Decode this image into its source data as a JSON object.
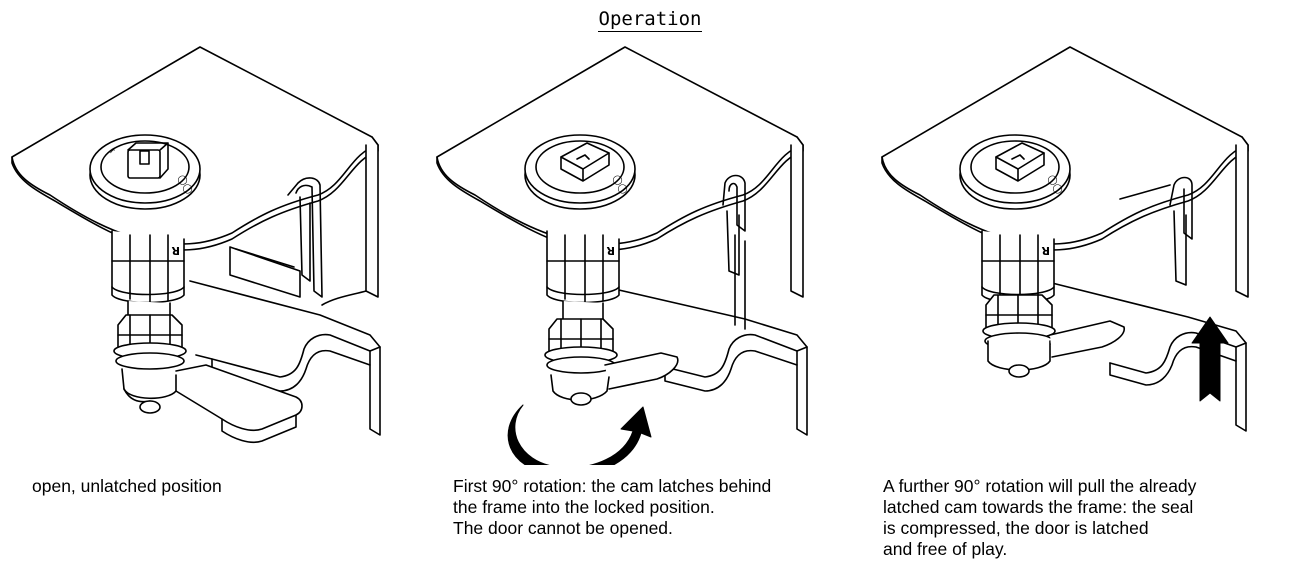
{
  "title": "Operation",
  "steps": [
    {
      "caption": [
        "open, unlatched position"
      ],
      "marking": "R",
      "arrow": "none"
    },
    {
      "caption": [
        "First 90° rotation: the cam latches behind",
        "the frame into the locked position.",
        "The door cannot be opened."
      ],
      "marking": "R",
      "arrow": "rotation-arrow"
    },
    {
      "caption": [
        "A further 90° rotation will pull the already",
        "latched cam towards the frame: the seal",
        "is compressed, the door is latched",
        "and free of play."
      ],
      "marking": "R",
      "arrow": "pull-up-arrow"
    }
  ]
}
